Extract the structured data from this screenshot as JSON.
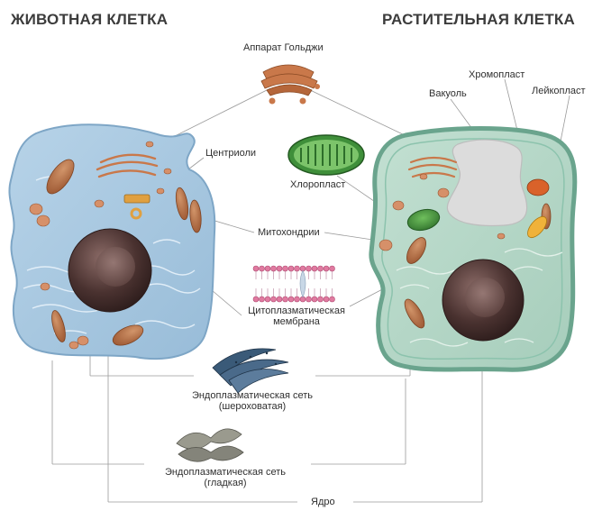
{
  "titles": {
    "animal": "ЖИВОТНАЯ КЛЕТКА",
    "plant": "РАСТИТЕЛЬНАЯ КЛЕТКА"
  },
  "labels": {
    "golgi": "Аппарат Гольджи",
    "centrioles": "Центриоли",
    "chloroplast": "Хлоропласт",
    "mitochondria": "Митохондрии",
    "membrane_line1": "Цитоплазматическая",
    "membrane_line2": "мембрана",
    "er_rough_line1": "Эндоплазматическая сеть",
    "er_rough_line2": "(шероховатая)",
    "er_smooth_line1": "Эндоплазматическая сеть",
    "er_smooth_line2": "(гладкая)",
    "nucleus": "Ядро",
    "vacuole": "Вакуоль",
    "chromoplast": "Хромопласт",
    "leucoplast": "Лейкопласт"
  },
  "colors": {
    "animal_cell_fill": "#a9c8e0",
    "animal_cell_edge": "#8bb0cf",
    "plant_wall": "#7fb8a2",
    "plant_cytoplasm": "#b5d6c6",
    "vacuole": "#dcdcdc",
    "mitochondria": "#b0693a",
    "golgi": "#c9784a",
    "chloroplast": "#3f8f3a",
    "nucleus": "#4a3230",
    "chromoplast": "#d9622a",
    "leucoplast": "#f0b23a",
    "membrane_heads": "#e07aa0",
    "leader_lines": "#9a9a9a"
  }
}
